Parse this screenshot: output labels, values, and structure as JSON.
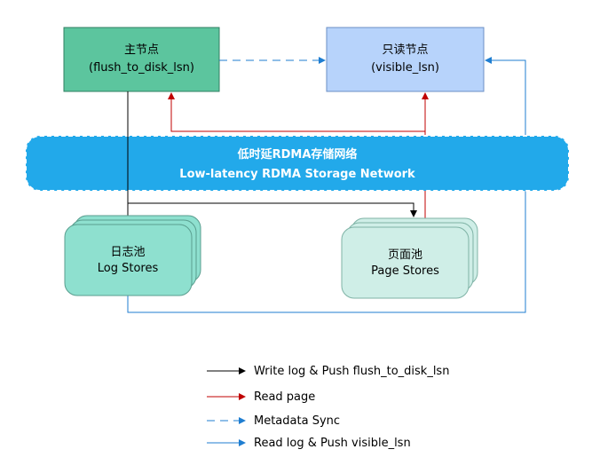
{
  "nodes": {
    "primary": {
      "title": "主节点",
      "subtitle": "(flush_to_disk_lsn)"
    },
    "readonly": {
      "title": "只读节点",
      "subtitle": "(visible_lsn)"
    },
    "log_stores": {
      "title": "日志池",
      "subtitle": "Log Stores"
    },
    "page_stores": {
      "title": "页面池",
      "subtitle": "Page Stores"
    }
  },
  "network": {
    "title": "低时延RDMA存储网络",
    "subtitle": "Low-latency RDMA Storage Network"
  },
  "legend": {
    "items": [
      {
        "label": "Write log & Push flush_to_disk_lsn",
        "color": "#000000",
        "style": "solid"
      },
      {
        "label": "Read page",
        "color": "#c00000",
        "style": "solid"
      },
      {
        "label": "Metadata Sync",
        "color": "#1f7ed1",
        "style": "dashed"
      },
      {
        "label": "Read log & Push visible_lsn",
        "color": "#1f7ed1",
        "style": "solid"
      }
    ]
  },
  "colors": {
    "primary_fill": "#5cc59e",
    "readonly_fill": "#b7d3fb",
    "network_fill": "#22a9ea",
    "log_fill": "#8ee0cf",
    "page_fill": "#cfeee7",
    "black_arrow": "#000000",
    "red_arrow": "#c00000",
    "blue_arrow": "#1f7ed1"
  }
}
